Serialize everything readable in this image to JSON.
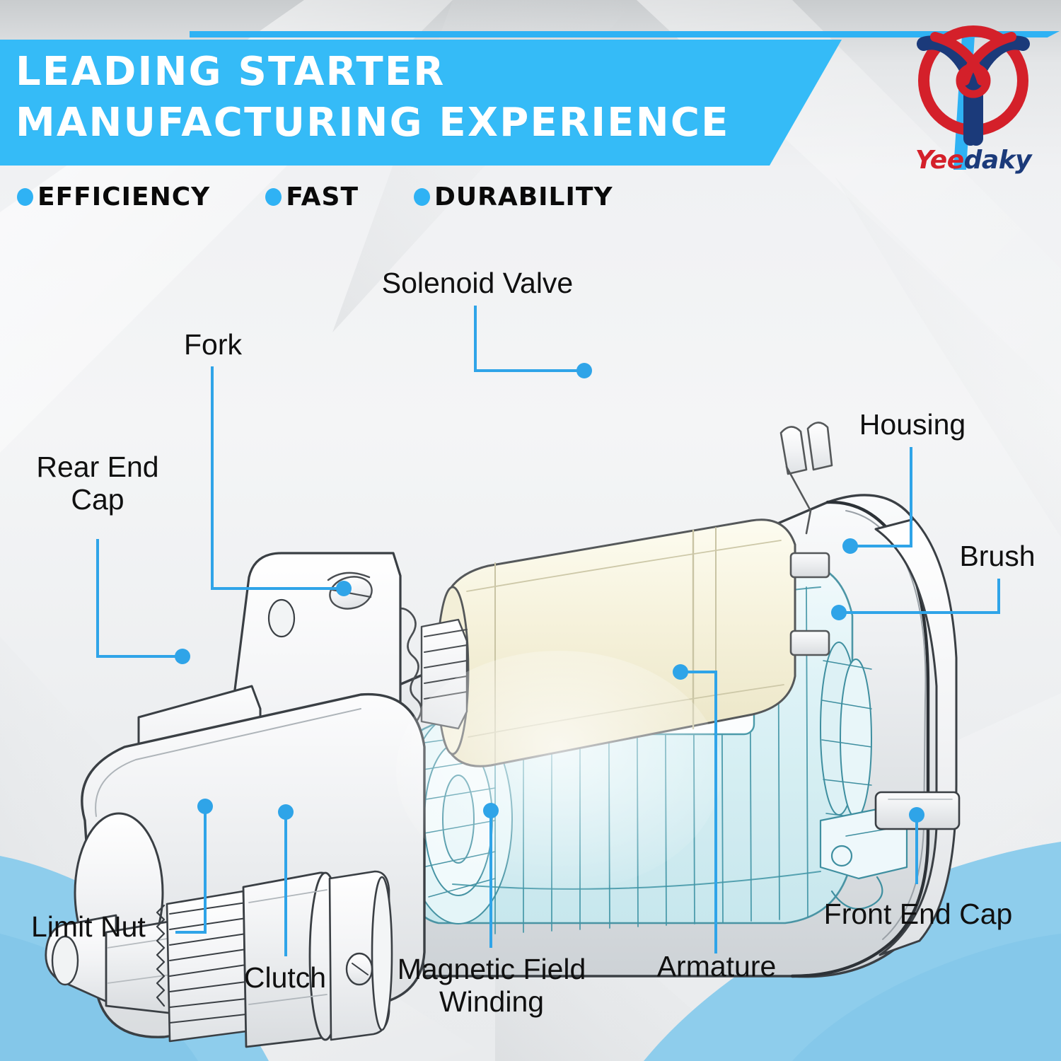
{
  "header": {
    "title_line1": "LEADING STARTER",
    "title_line2": "MANUFACTURING EXPERIENCE",
    "banner_color": "#35bbf7",
    "accent_color": "#2fb2f4"
  },
  "features": [
    {
      "label": "EFFICIENCY",
      "bullet": "bullet-dot"
    },
    {
      "label": "FAST",
      "bullet": "bullet-dot"
    },
    {
      "label": "DURABILITY",
      "bullet": "bullet-dot"
    }
  ],
  "logo": {
    "brand_part1": "Yee",
    "brand_part2": "daky",
    "color_red": "#d4202a",
    "color_navy": "#1b3a7a",
    "mark": "circular-y-emblem"
  },
  "diagram": {
    "subject": "automotive-starter-motor-cutaway",
    "leader_color": "#2fa4e8",
    "callouts": [
      {
        "id": "solenoid-valve",
        "label": "Solenoid Valve"
      },
      {
        "id": "fork",
        "label": "Fork"
      },
      {
        "id": "rear-end-cap",
        "label": "Rear End\nCap"
      },
      {
        "id": "housing",
        "label": "Housing"
      },
      {
        "id": "brush",
        "label": "Brush"
      },
      {
        "id": "front-end-cap",
        "label": "Front End Cap"
      },
      {
        "id": "armature",
        "label": "Armature"
      },
      {
        "id": "magnetic-field-winding",
        "label": "Magnetic Field\nWinding"
      },
      {
        "id": "clutch",
        "label": "Clutch"
      },
      {
        "id": "limit-nut",
        "label": "Limit Nut"
      }
    ]
  },
  "decor": {
    "wave_bottom_left_color": "#8ecdec",
    "wave_bottom_right_color": "#8ecdec"
  }
}
